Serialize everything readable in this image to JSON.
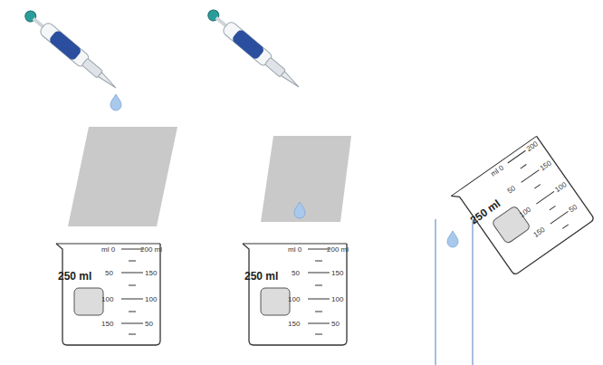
{
  "diagram": {
    "labels": [
      "250 ml",
      "ml 0",
      "200 ml",
      "50",
      "150",
      "100",
      "100",
      "150",
      "50",
      "250 ml",
      "ml 0",
      "200 ml",
      "50",
      "150",
      "100",
      "100",
      "150",
      "50",
      "250 ml",
      "ml 0",
      "200",
      "50",
      "150",
      "100",
      "100",
      "150",
      "50"
    ]
  }
}
